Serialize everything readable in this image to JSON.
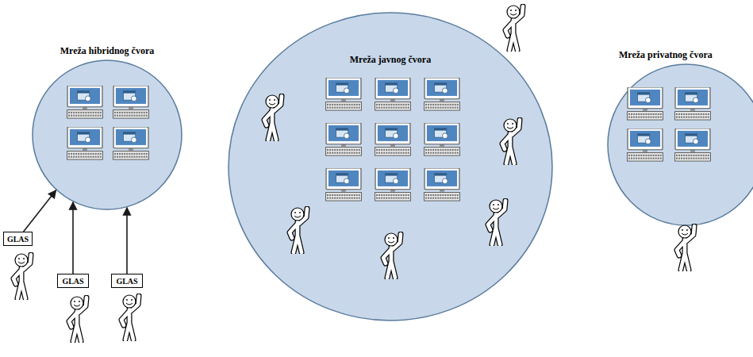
{
  "diagram": {
    "nodes": [
      {
        "text": [
          "Mreža hibridnog čvora"
        ]
      },
      {
        "text": [
          "GLAS"
        ]
      },
      {
        "text": [
          "GLAS"
        ]
      },
      {
        "text": [
          "GLAS"
        ]
      },
      {
        "text": [
          "Mreža javnog čvora"
        ]
      },
      {
        "text": [
          "Mreža privatnog čvora"
        ]
      }
    ],
    "edges": [
      {
        "from": 1,
        "to": 0,
        "arrow": "to"
      },
      {
        "from": 2,
        "to": 0,
        "arrow": "to"
      },
      {
        "from": 3,
        "to": 0,
        "arrow": "to"
      }
    ]
  }
}
